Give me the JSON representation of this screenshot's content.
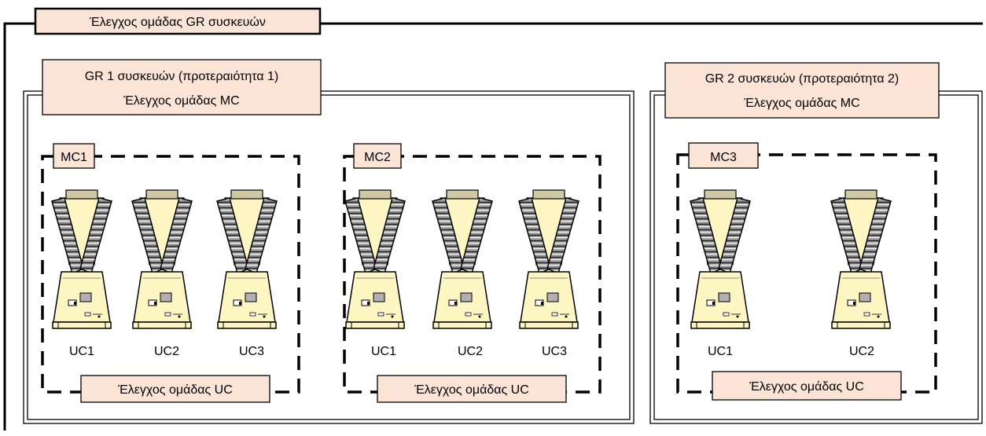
{
  "outer_group_label": "Έλεγχος ομάδας GR συσκευών",
  "groups": [
    {
      "title_line1": "GR 1 συσκευών (προτεραιότητα 1)",
      "title_line2": "Έλεγχος ομάδας MC",
      "controllers": [
        {
          "label": "MC1",
          "units": [
            "UC1",
            "UC2",
            "UC3"
          ],
          "uc_group_label": "Έλεγχος ομάδας UC"
        },
        {
          "label": "MC2",
          "units": [
            "UC1",
            "UC2",
            "UC3"
          ],
          "uc_group_label": "Έλεγχος ομάδας UC"
        }
      ]
    },
    {
      "title_line1": "GR 2 συσκευών (προτεραιότητα 2)",
      "title_line2": "Έλεγχος ομάδας MC",
      "controllers": [
        {
          "label": "MC3",
          "units": [
            "UC1",
            "UC2"
          ],
          "uc_group_label": "Έλεγχος ομάδας UC"
        }
      ]
    }
  ],
  "colors": {
    "label_fill": "#fbe4d5",
    "unit_body": "#fdf6c3",
    "unit_top": "#cfc9a4",
    "coil_fill": "#a0a0a0",
    "line": "#000000"
  }
}
